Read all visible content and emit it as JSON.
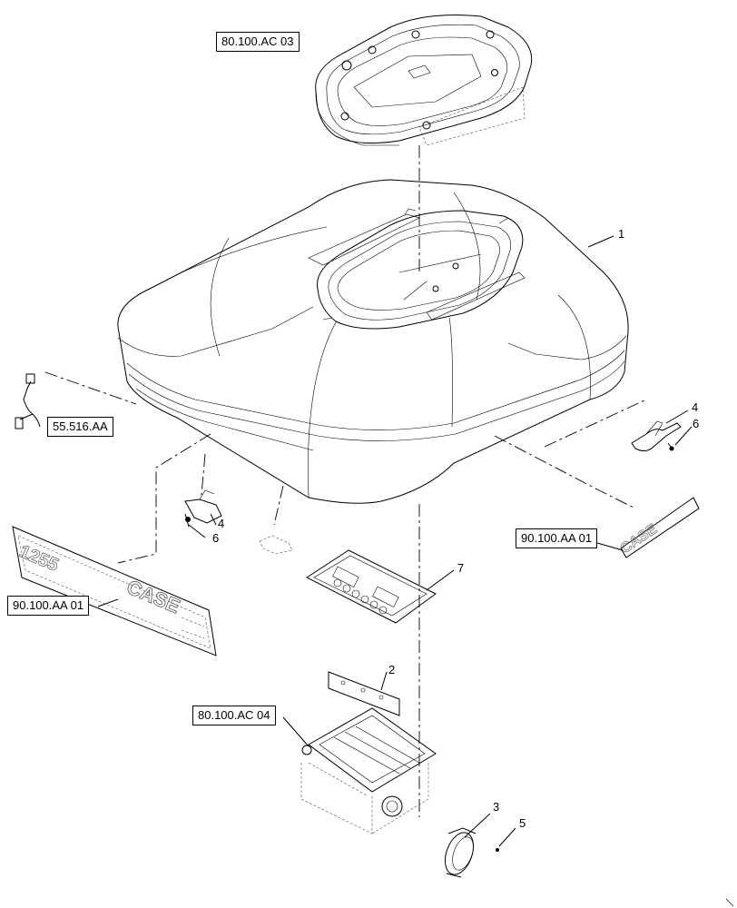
{
  "references": {
    "hatch_top": "80.100.AC 03",
    "harness": "55.516.AA",
    "decal_right": "90.100.AA 01",
    "decal_left": "90.100.AA 01",
    "hatch_bottom": "80.100.AC 04"
  },
  "callouts": {
    "tank": "1",
    "plate": "2",
    "adapter": "3",
    "bracket_right": "4",
    "bracket_left": "4",
    "screw_bottom": "5",
    "screw_right": "6",
    "screw_left": "6",
    "lid_plate": "7"
  },
  "decal_text": {
    "model": "1255",
    "brand_left": "CASE",
    "brand_right": "CASE"
  }
}
